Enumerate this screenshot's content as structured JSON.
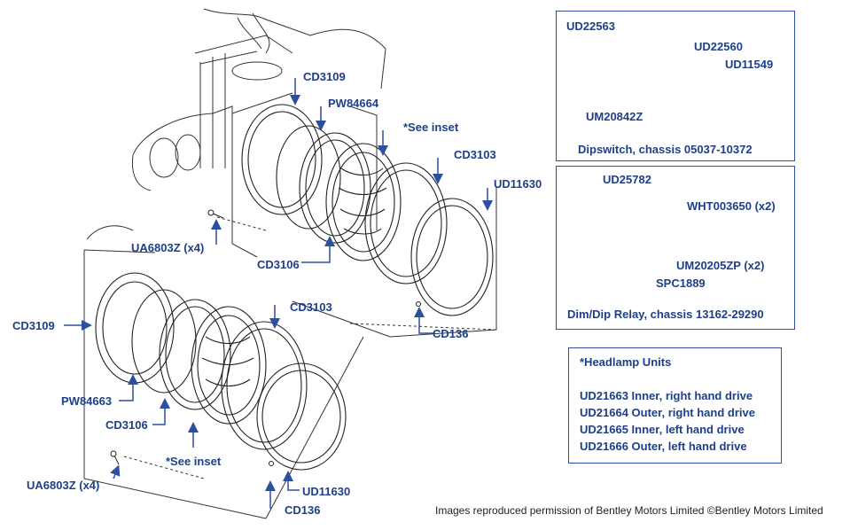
{
  "labels": {
    "cd3109_top": "CD3109",
    "pw84664": "PW84664",
    "see_inset_top": "*See inset",
    "cd3103_top": "CD3103",
    "ud11630_top": "UD11630",
    "ua6803z_top": "UA6803Z (x4)",
    "cd3106_top": "CD3106",
    "cd136_top": "CD136",
    "cd3109_bottom": "CD3109",
    "cd3103_bottom": "CD3103",
    "pw84663": "PW84663",
    "cd3106_bottom": "CD3106",
    "see_inset_bottom": "*See inset",
    "ua6803z_bottom": "UA6803Z (x4)",
    "ud11630_bottom": "UD11630",
    "cd136_bottom": "CD136"
  },
  "dipswitch_box": {
    "ud22563": "UD22563",
    "ud22560": "UD22560",
    "ud11549": "UD11549",
    "um20842z": "UM20842Z",
    "caption": "Dipswitch, chassis 05037-10372"
  },
  "relay_box": {
    "ud25782": "UD25782",
    "wht003650": "WHT003650 (x2)",
    "um20205zp": "UM20205ZP (x2)",
    "spc1889": "SPC1889",
    "caption": "Dim/Dip Relay, chassis 13162-29290"
  },
  "headlamp_units": {
    "title": "*Headlamp Units",
    "items": [
      "UD21663 Inner, right hand drive",
      "UD21664 Outer, right hand drive",
      "UD21665 Inner, left hand drive",
      "UD21666 Outer, left hand drive"
    ]
  },
  "credit": "Images reproduced permission of Bentley Motors Limited ©Bentley Motors Limited",
  "colors": {
    "label": "#1e3f8a",
    "box_border": "#2d4fa0",
    "arrow": "#2d4fa0",
    "drawing": "#222222"
  }
}
